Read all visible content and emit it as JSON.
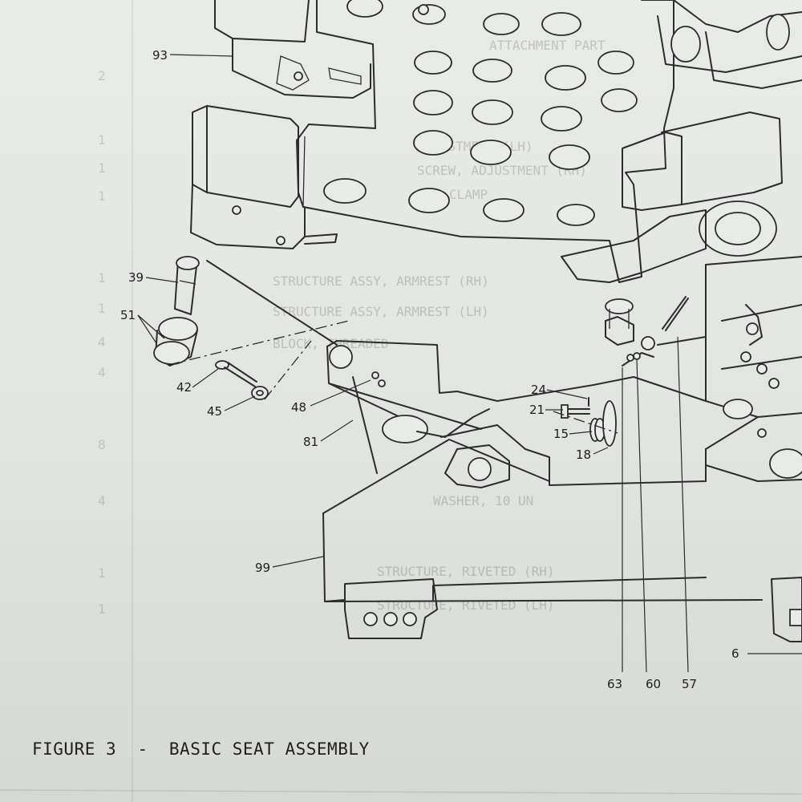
{
  "figure": {
    "number_label": "FIGURE 3",
    "separator": "-",
    "title": "BASIC SEAT ASSEMBLY"
  },
  "callouts": [
    {
      "id": "93",
      "label": "93"
    },
    {
      "id": "39",
      "label": "39"
    },
    {
      "id": "51",
      "label": "51"
    },
    {
      "id": "42",
      "label": "42"
    },
    {
      "id": "45",
      "label": "45"
    },
    {
      "id": "48",
      "label": "48"
    },
    {
      "id": "81",
      "label": "81"
    },
    {
      "id": "99",
      "label": "99"
    },
    {
      "id": "24",
      "label": "24"
    },
    {
      "id": "21",
      "label": "21"
    },
    {
      "id": "15",
      "label": "15"
    },
    {
      "id": "18",
      "label": "18"
    },
    {
      "id": "63",
      "label": "63"
    },
    {
      "id": "60",
      "label": "60"
    },
    {
      "id": "57",
      "label": "57"
    },
    {
      "id": "6",
      "label": "6"
    }
  ],
  "show_through_text": [
    "ATTACHMENT PART",
    "ADJUSTMENT (LH)",
    "SCREW, ADJUSTMENT (RH)",
    "CLAMP",
    "STRUCTURE ASSY, ARMREST (RH)",
    "STRUCTURE ASSY, ARMREST (LH)",
    "BLOCK, THREADED",
    "WASHER, 10 UN",
    "STRUCTURE, RIVETED (RH)",
    "STRUCTURE, RIVETED (LH)"
  ],
  "show_through_quantities": [
    "2",
    "1",
    "1",
    "1",
    "1",
    "1",
    "4",
    "4",
    "8",
    "4",
    "1",
    "1"
  ]
}
